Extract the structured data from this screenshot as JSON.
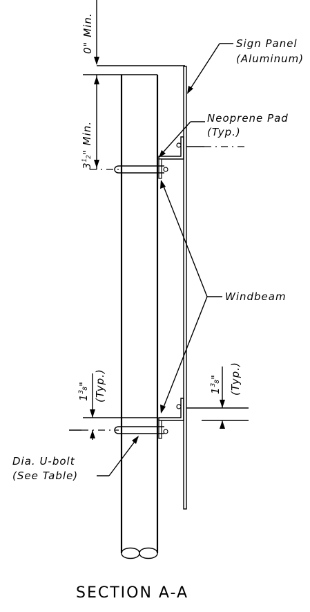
{
  "labels": {
    "min_top": "0\" Min.",
    "min_spacing_whole": "3",
    "min_spacing_num": "1",
    "min_spacing_den": "2",
    "min_spacing_suffix": "\" Min.",
    "sign_panel_line1": "Sign Panel",
    "sign_panel_line2": "(Aluminum)",
    "neoprene_line1": "Neoprene Pad",
    "neoprene_line2": "(Typ.)",
    "windbeam": "Windbeam",
    "offset_left_whole": "1",
    "offset_left_num": "3",
    "offset_left_den": "8",
    "offset_left_suffix": "\"",
    "offset_left_typ": "(Typ.)",
    "offset_right_whole": "1",
    "offset_right_num": "3",
    "offset_right_den": "8",
    "offset_right_suffix": "\"",
    "offset_right_typ": "(Typ.)",
    "ubolt_line1": "Dia. U-bolt",
    "ubolt_line2": "(See Table)",
    "section_title": "SECTION A-A"
  }
}
